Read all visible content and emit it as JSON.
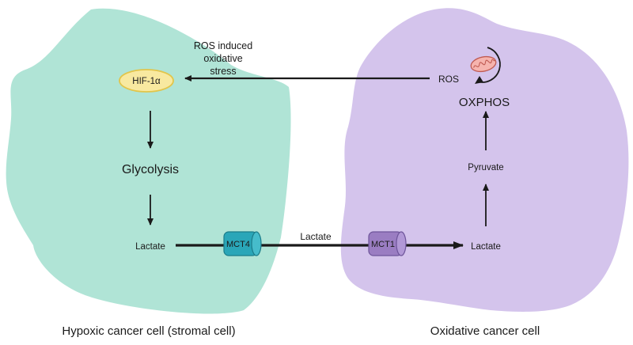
{
  "colors": {
    "hypoxic_cell": "#b0e4d6",
    "oxidative_cell": "#d4c4ec",
    "hif_fill": "#f8e9a0",
    "hif_stroke": "#e2c54a",
    "mct4_fill": "#2aa6b8",
    "mct1_fill": "#9a7dc2",
    "arrow": "#1a1a1a"
  },
  "hypoxic_cell": {
    "hif_label": "HIF-1α",
    "glycolysis_label": "Glycolysis",
    "lactate_label": "Lactate",
    "caption": "Hypoxic cancer cell (stromal cell)"
  },
  "oxidative_cell": {
    "ros_label": "ROS",
    "oxphos_label": "OXPHOS",
    "pyruvate_label": "Pyruvate",
    "lactate_label": "Lactate",
    "caption": "Oxidative cancer cell",
    "mitochondrion_icon": "mitochondrion-icon"
  },
  "transport": {
    "mct4_label": "MCT4",
    "mct1_label": "MCT1",
    "lactate_label": "Lactate"
  },
  "ros_signal": {
    "lines": [
      "ROS induced",
      "oxidative",
      "stress"
    ]
  }
}
